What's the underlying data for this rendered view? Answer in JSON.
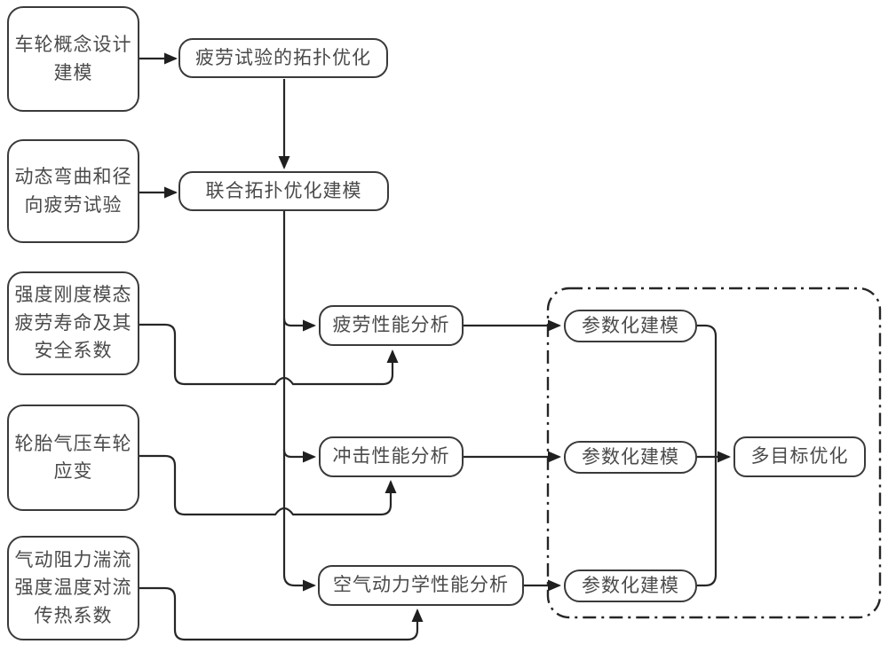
{
  "colors": {
    "line": "#262626",
    "box_border": "#3a3a3a",
    "text": "#4a4a4a",
    "background": "#ffffff"
  },
  "nodes": {
    "wheel_concept_modeling": {
      "label": "车轮概念设计\n建模"
    },
    "fatigue_test_topology_optimization": {
      "label": "疲劳试验的拓扑优化"
    },
    "dynamic_bending_radial_fatigue_test": {
      "label": "动态弯曲和径\n向疲劳试验"
    },
    "joint_topology_optimization_modeling": {
      "label": "联合拓扑优化建模"
    },
    "strength_stiffness_modal_fatigue_life_safety": {
      "label": "强度刚度模态\n疲劳寿命及其\n安全系数"
    },
    "fatigue_performance_analysis": {
      "label": "疲劳性能分析"
    },
    "tire_pressure_wheel_strain": {
      "label": "轮胎气压车轮\n应变"
    },
    "impact_performance_analysis": {
      "label": "冲击性能分析"
    },
    "aero_drag_turbulence_temperature_convection": {
      "label": "气动阻力湍流\n强度温度对流\n传热系数"
    },
    "aerodynamic_performance_analysis": {
      "label": "空气动力学性能分析"
    },
    "parametric_modeling_fatigue": {
      "label": "参数化建模"
    },
    "parametric_modeling_impact": {
      "label": "参数化建模"
    },
    "parametric_modeling_aero": {
      "label": "参数化建模"
    },
    "multi_objective_optimization": {
      "label": "多目标优化"
    }
  },
  "edges": [
    {
      "from": "wheel_concept_modeling",
      "to": "fatigue_test_topology_optimization"
    },
    {
      "from": "fatigue_test_topology_optimization",
      "to": "joint_topology_optimization_modeling"
    },
    {
      "from": "dynamic_bending_radial_fatigue_test",
      "to": "joint_topology_optimization_modeling"
    },
    {
      "from": "joint_topology_optimization_modeling",
      "to": "fatigue_performance_analysis"
    },
    {
      "from": "joint_topology_optimization_modeling",
      "to": "impact_performance_analysis"
    },
    {
      "from": "joint_topology_optimization_modeling",
      "to": "aerodynamic_performance_analysis"
    },
    {
      "from": "strength_stiffness_modal_fatigue_life_safety",
      "to": "fatigue_performance_analysis"
    },
    {
      "from": "tire_pressure_wheel_strain",
      "to": "impact_performance_analysis"
    },
    {
      "from": "aero_drag_turbulence_temperature_convection",
      "to": "aerodynamic_performance_analysis"
    },
    {
      "from": "fatigue_performance_analysis",
      "to": "parametric_modeling_fatigue"
    },
    {
      "from": "impact_performance_analysis",
      "to": "parametric_modeling_impact"
    },
    {
      "from": "aerodynamic_performance_analysis",
      "to": "parametric_modeling_aero"
    },
    {
      "from": "parametric_modeling_fatigue",
      "to": "multi_objective_optimization"
    },
    {
      "from": "parametric_modeling_impact",
      "to": "multi_objective_optimization"
    },
    {
      "from": "parametric_modeling_aero",
      "to": "multi_objective_optimization"
    }
  ]
}
